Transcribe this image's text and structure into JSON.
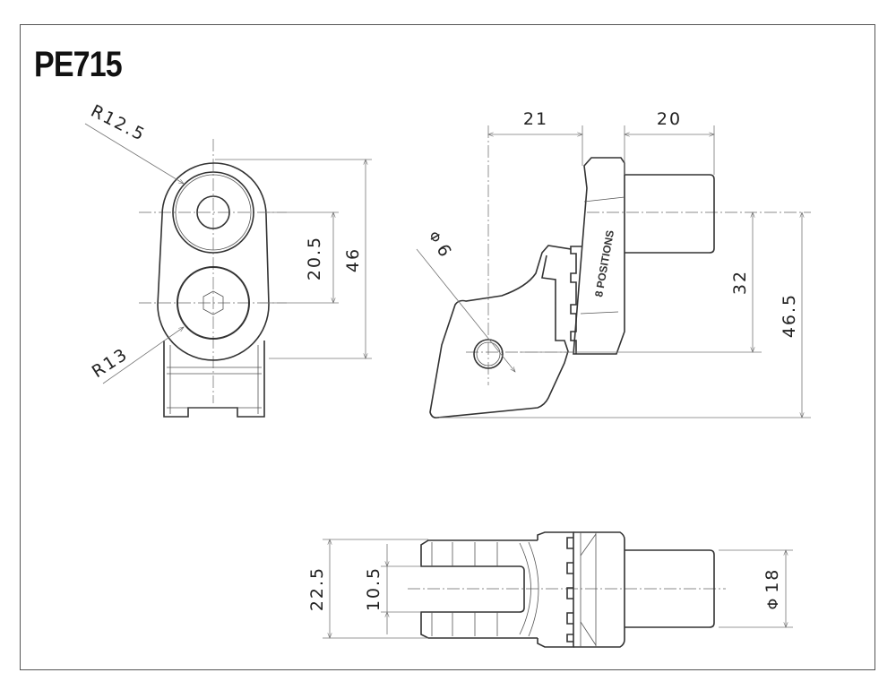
{
  "title": "PE715",
  "front_view": {
    "dim_radius_top": "R12.5",
    "dim_radius_bottom": "R13",
    "dim_height": "46",
    "dim_center_distance": "20.5"
  },
  "side_view": {
    "dim_lever_offset": "21",
    "dim_shaft_length": "20",
    "dim_hole_diameter": "6",
    "dim_hole_drop": "32",
    "dim_total_height": "46.5",
    "diameter_symbol": "Φ",
    "engraving": "8 POSITIONS"
  },
  "bottom_view": {
    "dim_width": "22.5",
    "dim_slot": "10.5",
    "dim_shaft_diameter": "18",
    "diameter_symbol": "Φ"
  }
}
